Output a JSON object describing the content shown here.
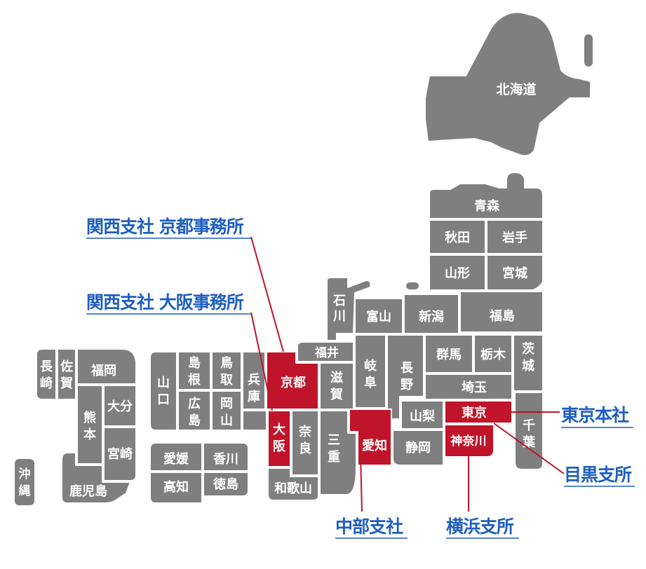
{
  "colors": {
    "prefecture": "#7f7f7f",
    "office": "#c0142a",
    "border": "#ffffff",
    "link": "#1f5fbf"
  },
  "prefectures": {
    "hokkaido": "北海道",
    "aomori": "青森",
    "akita": "秋田",
    "iwate": "岩手",
    "yamagata": "山形",
    "miyagi": "宮城",
    "ishikawa": "石川",
    "toyama": "富山",
    "niigata": "新潟",
    "fukushima": "福島",
    "fukui": "福井",
    "gifu": "岐阜",
    "nagano": "長野",
    "gunma": "群馬",
    "tochigi": "栃木",
    "ibaraki": "茨城",
    "saitama": "埼玉",
    "yamanashi": "山梨",
    "tokyo": "東京",
    "chiba": "千葉",
    "kanagawa": "神奈川",
    "shizuoka": "静岡",
    "aichi": "愛知",
    "shiga": "滋賀",
    "kyoto": "京都",
    "hyogo": "兵庫",
    "osaka": "大阪",
    "nara": "奈良",
    "mie": "三重",
    "wakayama": "和歌山",
    "tottori": "鳥取",
    "shimane": "島根",
    "okayama": "岡山",
    "hiroshima": "広島",
    "yamaguchi": "山口",
    "ehime": "愛媛",
    "kagawa": "香川",
    "kochi": "高知",
    "tokushima": "徳島",
    "nagasaki": "長崎",
    "saga": "佐賀",
    "fukuoka": "福岡",
    "kumamoto": "熊本",
    "oita": "大分",
    "miyazaki": "宮崎",
    "kagoshima": "鹿児島",
    "okinawa": "沖縄"
  },
  "offices": {
    "kansai_kyoto": "関西支社 京都事務所",
    "kansai_osaka": "関西支社 大阪事務所",
    "tokyo_head": "東京本社",
    "meguro": "目黒支所",
    "chubu": "中部支社",
    "yokohama": "横浜支所"
  }
}
